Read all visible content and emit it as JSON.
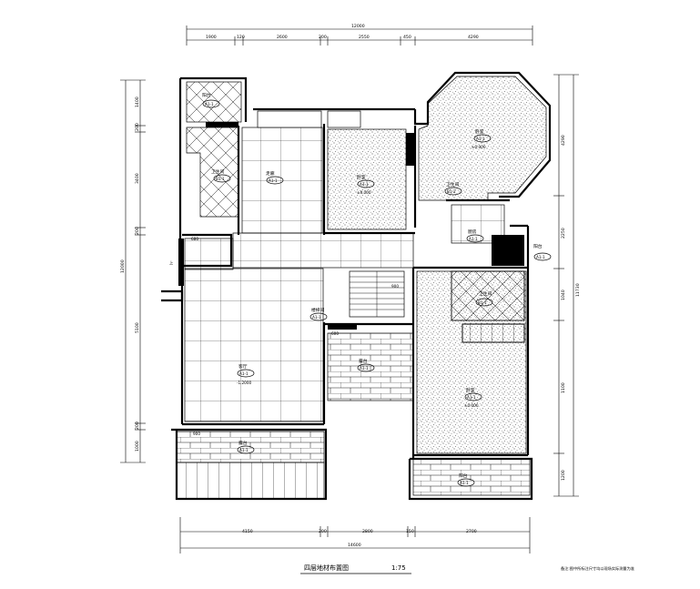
{
  "drawing": {
    "title": "四层地材布置图",
    "scale": "1:75",
    "note": "备注:图中所标注尺寸均以现场实际测量为准"
  },
  "dims": {
    "top_total": "12000",
    "top": [
      "1900",
      "120",
      "2600",
      "200",
      "2550",
      "450",
      "4290"
    ],
    "bottom_total": "14600",
    "bottom": [
      "4150",
      "200",
      "2800",
      "150",
      "2700"
    ],
    "left_total": "12000",
    "left": [
      "1400",
      "200",
      "3400",
      "200",
      "5100",
      "200",
      "1000"
    ],
    "right_total": "11730",
    "right": [
      "4290",
      "2250",
      "1040",
      "1100",
      "1200"
    ]
  },
  "rooms": [
    {
      "name": "阳台",
      "code": "A1-1"
    },
    {
      "name": "卫生间",
      "code": "B1-1"
    },
    {
      "name": "走廊",
      "code": "A1-1"
    },
    {
      "name": "卧室",
      "code": "A1-1",
      "elev": "±0.000"
    },
    {
      "name": "卫生间",
      "code": "B1-2"
    },
    {
      "name": "卧室",
      "code": "A1-1",
      "elev": "±0.000"
    },
    {
      "name": "厨房",
      "code": "A1-1"
    },
    {
      "name": "阳台",
      "code": "A1-1"
    },
    {
      "name": "客厅",
      "code": "A1-1",
      "elev": "-1.2000"
    },
    {
      "name": "楼梯间",
      "code": "A1-1"
    },
    {
      "name": "卫生间",
      "code": "B1-1"
    },
    {
      "name": "卧室",
      "code": "A1-1",
      "elev": "±0.000"
    },
    {
      "name": "露台",
      "code": "A1-1"
    },
    {
      "name": "露台",
      "code": "A1-1"
    },
    {
      "name": "阳台",
      "code": "A1-1"
    }
  ],
  "tags": {
    "stair_up": "上",
    "small_dims": [
      "680",
      "900",
      "600",
      "900"
    ]
  }
}
